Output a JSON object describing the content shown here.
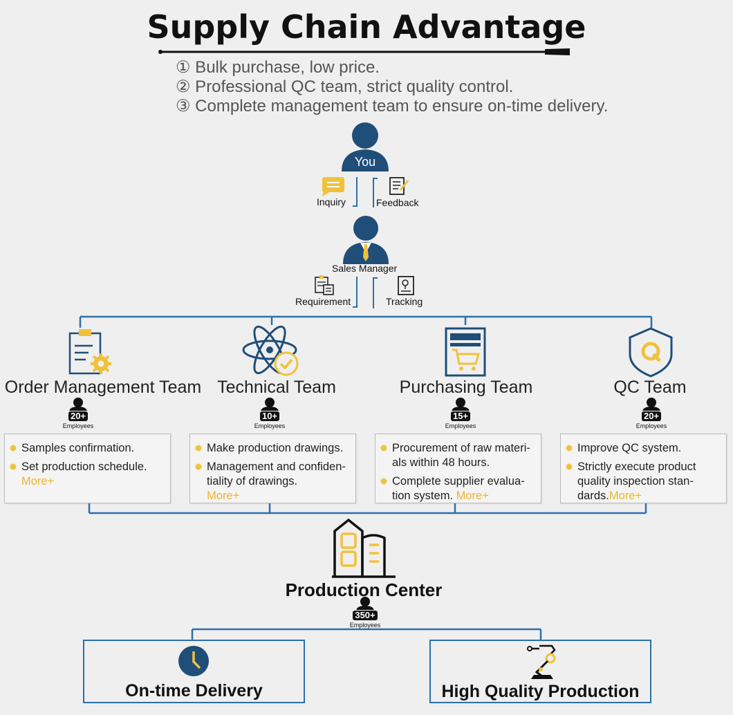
{
  "title": "Supply Chain Advantage",
  "advantages": [
    "① Bulk purchase, low price.",
    "② Professional QC team, strict quality control.",
    "③ Complete management team to ensure on-time delivery."
  ],
  "you": {
    "label": "You"
  },
  "you_links": {
    "inquiry": "Inquiry",
    "feedback": "Feedback"
  },
  "sales_manager": {
    "label": "Sales Manager"
  },
  "sales_links": {
    "requirement": "Requirement",
    "tracking": "Tracking"
  },
  "employees_label": "Employees",
  "teams": [
    {
      "name": "Order Management Team",
      "count": "20+",
      "items": [
        "Samples confirmation.",
        "Set production schedule."
      ],
      "more": "More+"
    },
    {
      "name": "Technical Team",
      "count": "10+",
      "items": [
        "Make production drawings.",
        "Management and confiden-tiality of drawings."
      ],
      "more": "More+"
    },
    {
      "name": "Purchasing Team",
      "count": "15+",
      "items": [
        "Procurement of raw materi-als within 48 hours.",
        "Complete supplier evalua-tion system."
      ],
      "more": "More+"
    },
    {
      "name": "QC Team",
      "count": "20+",
      "items": [
        "Improve QC system.",
        "Strictly execute product quality inspection stan-dards."
      ],
      "more": "More+"
    }
  ],
  "production_center": {
    "label": "Production Center",
    "count": "350+"
  },
  "outcomes": {
    "delivery": "On-time Delivery",
    "quality": "High Quality Production"
  },
  "colors": {
    "navy": "#1f4e79",
    "accent": "#f0c23a",
    "line": "#2c6fa8"
  }
}
